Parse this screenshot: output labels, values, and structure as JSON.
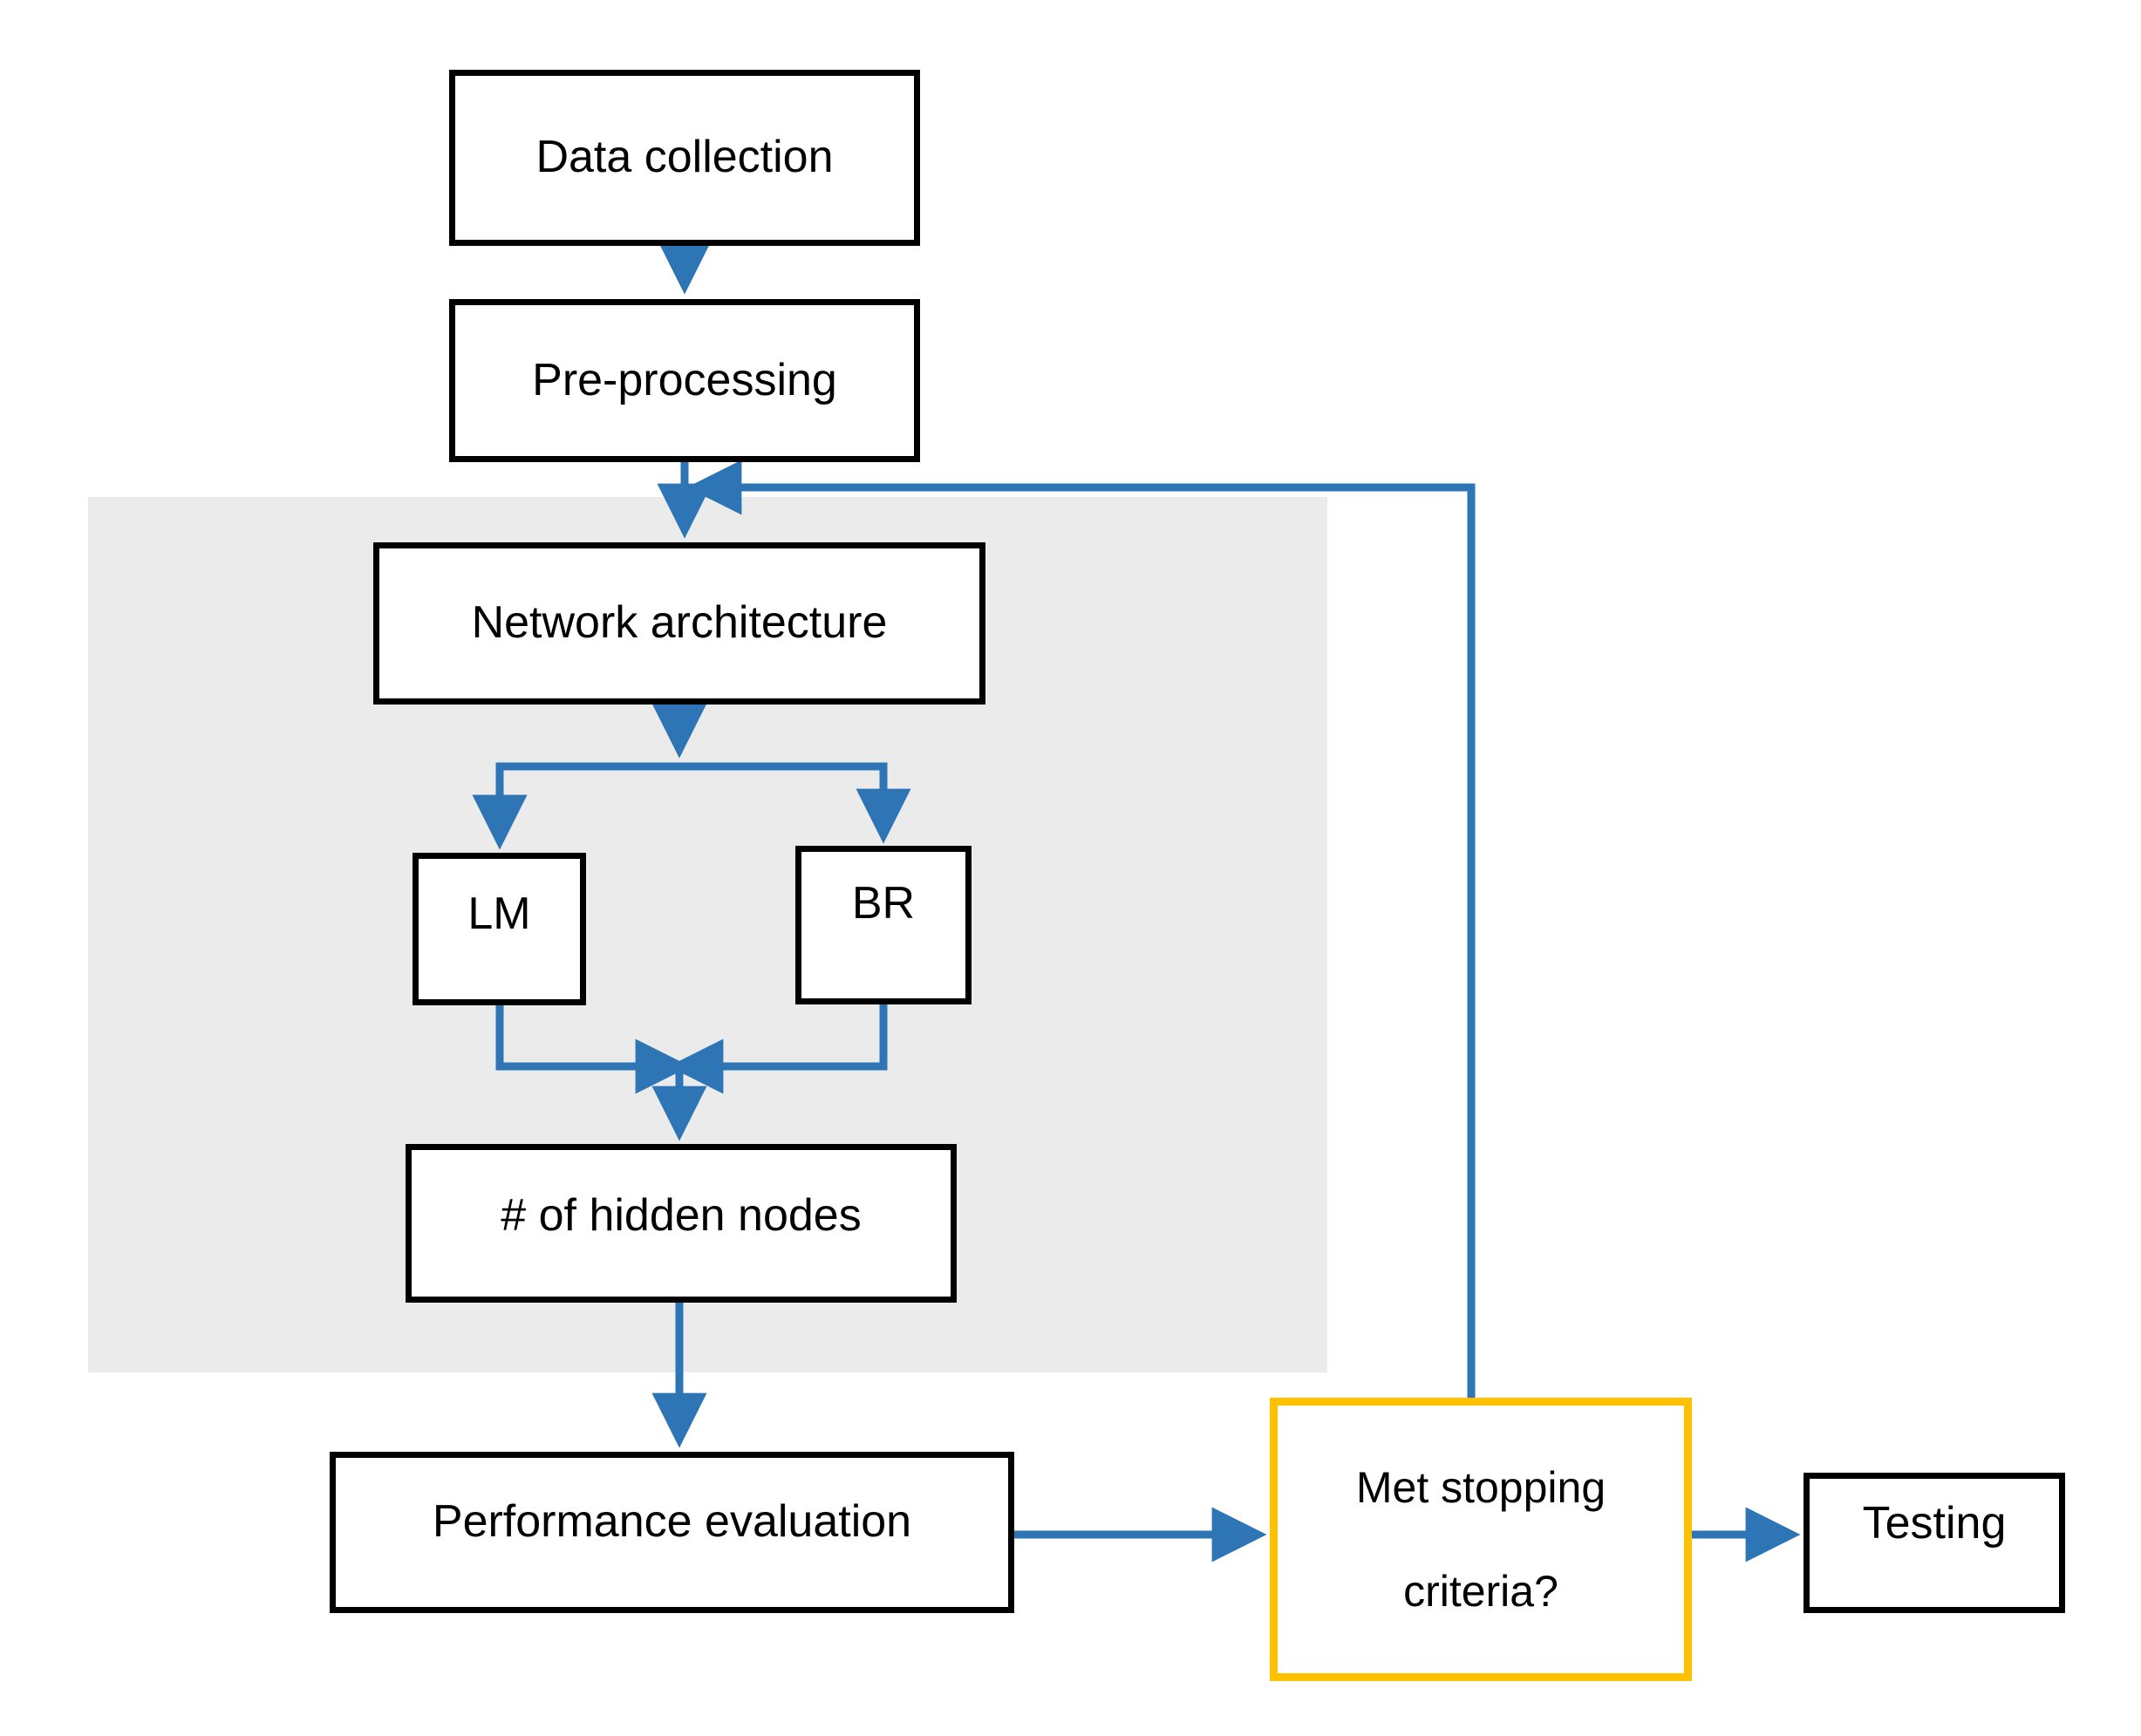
{
  "diagram": {
    "title_visible": false,
    "colors": {
      "connector_blue": "#2e75b6",
      "highlight_amber": "#ffc000",
      "group_background": "#ebebeb",
      "node_border": "#000000",
      "node_fill": "#ffffff",
      "text": "#000000"
    },
    "group_region": {
      "name": "training-group-region",
      "label": ""
    },
    "nodes": [
      {
        "id": "data-collection",
        "label": "Data collection",
        "shape": "rectangle",
        "border": "black"
      },
      {
        "id": "pre-processing",
        "label": "Pre-processing",
        "shape": "rectangle",
        "border": "black"
      },
      {
        "id": "network-architecture",
        "label": "Network architecture",
        "shape": "rectangle",
        "border": "black"
      },
      {
        "id": "lm",
        "label": "LM",
        "shape": "rectangle",
        "border": "black"
      },
      {
        "id": "br",
        "label": "BR",
        "shape": "rectangle",
        "border": "black"
      },
      {
        "id": "hidden-nodes",
        "label": "# of hidden nodes",
        "shape": "rectangle",
        "border": "black"
      },
      {
        "id": "performance-evaluation",
        "label": "Performance evaluation",
        "shape": "rectangle",
        "border": "black"
      },
      {
        "id": "met-stopping-criteria",
        "label": "Met stopping",
        "label_line2": "criteria?",
        "shape": "rectangle",
        "border": "amber"
      },
      {
        "id": "testing",
        "label": "Testing",
        "shape": "rectangle",
        "border": "black"
      }
    ],
    "edges": [
      {
        "from": "data-collection",
        "to": "pre-processing",
        "style": "straight-down",
        "arrow": true
      },
      {
        "from": "pre-processing",
        "to": "network-architecture",
        "style": "straight-down",
        "arrow": true
      },
      {
        "from": "network-architecture",
        "to": "lm",
        "style": "split-left",
        "arrow": true
      },
      {
        "from": "network-architecture",
        "to": "br",
        "style": "split-right",
        "arrow": true
      },
      {
        "from": "lm",
        "to": "hidden-nodes",
        "style": "merge-left",
        "arrow": true
      },
      {
        "from": "br",
        "to": "hidden-nodes",
        "style": "merge-right",
        "arrow": true
      },
      {
        "from": "hidden-nodes",
        "to": "performance-evaluation",
        "style": "straight-down",
        "arrow": true
      },
      {
        "from": "performance-evaluation",
        "to": "met-stopping-criteria",
        "style": "straight-right",
        "arrow": true
      },
      {
        "from": "met-stopping-criteria",
        "to": "testing",
        "style": "straight-right",
        "arrow": true
      },
      {
        "from": "met-stopping-criteria",
        "to": "pre-processing",
        "style": "feedback-loop",
        "arrow": true
      }
    ]
  }
}
